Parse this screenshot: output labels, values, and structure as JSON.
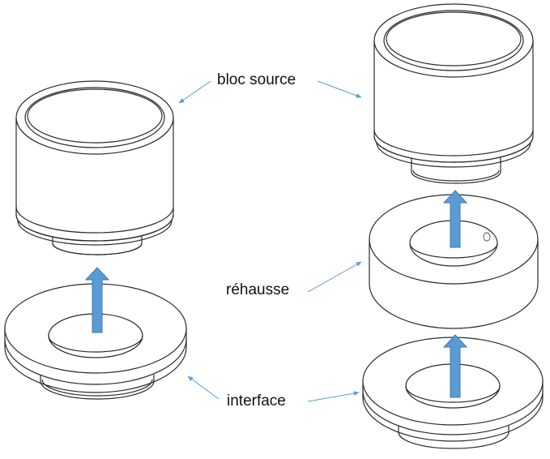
{
  "labels": {
    "bloc_source": "bloc source",
    "rehausse": "réhausse",
    "interface": "interface"
  },
  "colors": {
    "arrow": "#5b9bd5",
    "arrow_edge": "#3d78b0",
    "line": "#2b2b2b",
    "background": "#ffffff"
  }
}
